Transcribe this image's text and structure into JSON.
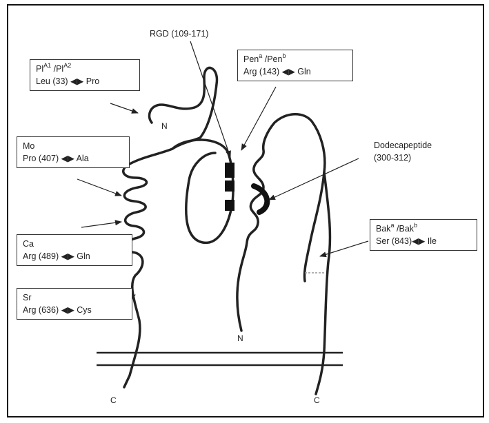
{
  "labels": {
    "rgd": "RGD (109-171)",
    "dodecapeptide_line1": "Dodecapeptide",
    "dodecapeptide_line2": "(300-312)"
  },
  "boxes": {
    "pla": {
      "allele_a": "Pl",
      "allele_a_sup": "A1",
      "sep": " /",
      "allele_b": "Pl",
      "allele_b_sup": "A2",
      "substitution": "Leu (33) ◀▶ Pro"
    },
    "pen": {
      "allele_a": "Pen",
      "allele_a_sup": "a",
      "sep": " /",
      "allele_b": "Pen",
      "allele_b_sup": "b",
      "substitution": "Arg (143) ◀▶ Gln"
    },
    "mo": {
      "name": "Mo",
      "substitution": "Pro (407) ◀▶ Ala"
    },
    "ca": {
      "name": "Ca",
      "substitution": "Arg (489) ◀▶ Gln"
    },
    "sr": {
      "name": "Sr",
      "substitution": "Arg (636) ◀▶ Cys"
    },
    "bak": {
      "allele_a": "Bak",
      "allele_a_sup": "a",
      "sep": " /",
      "allele_b": "Bak",
      "allele_b_sup": "b",
      "substitution": "Ser (843)◀▶ Ile"
    }
  },
  "termini": {
    "n_top": "N",
    "n_bottom": "N",
    "c_left": "C",
    "c_right": "C"
  }
}
